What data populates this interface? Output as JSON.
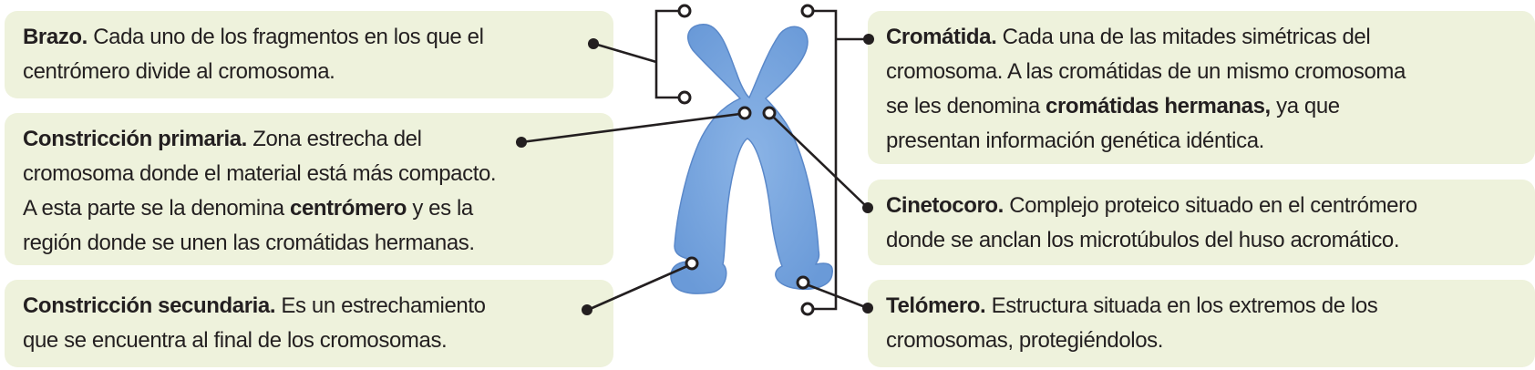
{
  "colors": {
    "box": "#eef2dc",
    "chromosome": "#6f9fdc",
    "chromosome_edge": "#5a88c9",
    "line": "#231f20"
  },
  "brazo": {
    "term": "Brazo.",
    "l1": " Cada uno de los fragmentos en los que el",
    "l2": "centrómero divide al cromosoma."
  },
  "primaria": {
    "term": "Constricción primaria.",
    "l1": " Zona estrecha del",
    "l2": "cromosoma donde el material está más compacto.",
    "l3a": "A esta parte se la denomina ",
    "l3b": "centrómero",
    "l3c": " y es la",
    "l4": "región donde se unen las cromátidas hermanas."
  },
  "secundaria": {
    "term": "Constricción secundaria.",
    "l1": " Es un estrechamiento",
    "l2": "que se encuentra al final de los cromosomas."
  },
  "cromatida": {
    "term": "Cromátida.",
    "l1": " Cada una de las mitades simétricas del",
    "l2": "cromosoma. A las cromátidas de un mismo cromosoma",
    "l3a": "se les denomina ",
    "l3b": "cromátidas hermanas,",
    "l3c": " ya que",
    "l4": "presentan información genética idéntica."
  },
  "cinetocoro": {
    "term": "Cinetocoro.",
    "l1": " Complejo proteico situado en el centrómero",
    "l2": "donde se anclan los microtúbulos del huso acromático."
  },
  "telomero": {
    "term": "Telómero.",
    "l1": " Estructura situada en los extremos de los",
    "l2": "cromosomas, protegiéndolos."
  }
}
